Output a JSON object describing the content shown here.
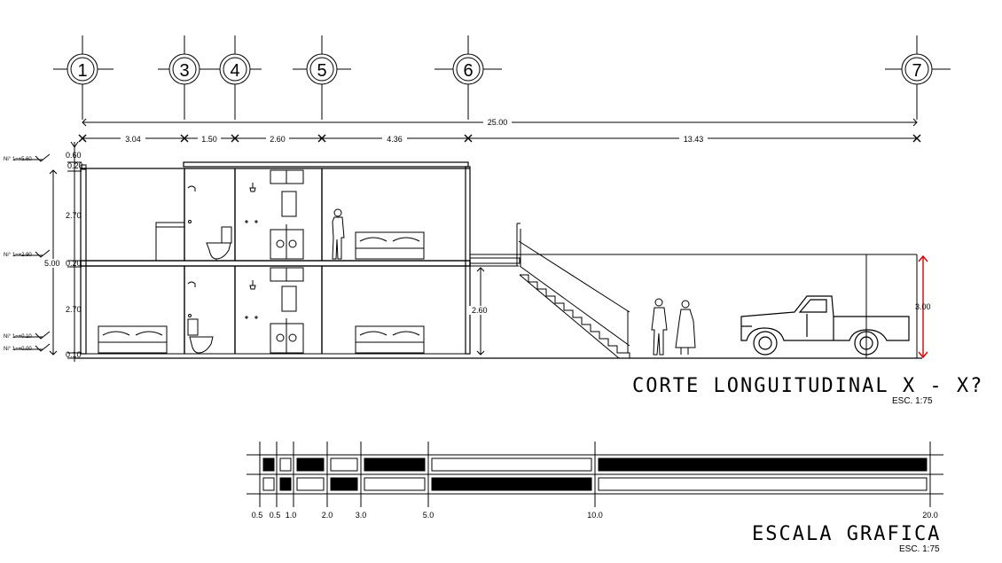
{
  "axes": {
    "a1": "1",
    "a3": "3",
    "a4": "4",
    "a5": "5",
    "a6": "6",
    "a7": "7"
  },
  "dims": {
    "total": "25.00",
    "d1": "3.04",
    "d2": "1.50",
    "d3": "2.60",
    "d4": "4.36",
    "d5": "13.43",
    "parapet": "0.60",
    "h_upper": "2.70",
    "h_lower": "2.70",
    "h_total": "5.00",
    "h_garage": "2.60",
    "h_right": "3.00",
    "top_small": "0.20",
    "mid_small": "0.20",
    "bot_small": "0.10"
  },
  "levels": {
    "l1": "Ni° 1=+5.60",
    "l2": "Ni° 1=+2.90",
    "l3": "Ni° 1=+0.10",
    "l4": "Ni° 1=+0.00"
  },
  "section_title": "CORTE LONGUITUDINAL X - X?",
  "section_scale": "ESC. 1:75",
  "scale_labels": [
    "0.5",
    "0.5",
    "1.0",
    "2.0",
    "3.0",
    "5.0",
    "10.0",
    "20.0"
  ],
  "scale_title": "ESCALA GRAFICA",
  "scale_scale": "ESC. 1:75"
}
